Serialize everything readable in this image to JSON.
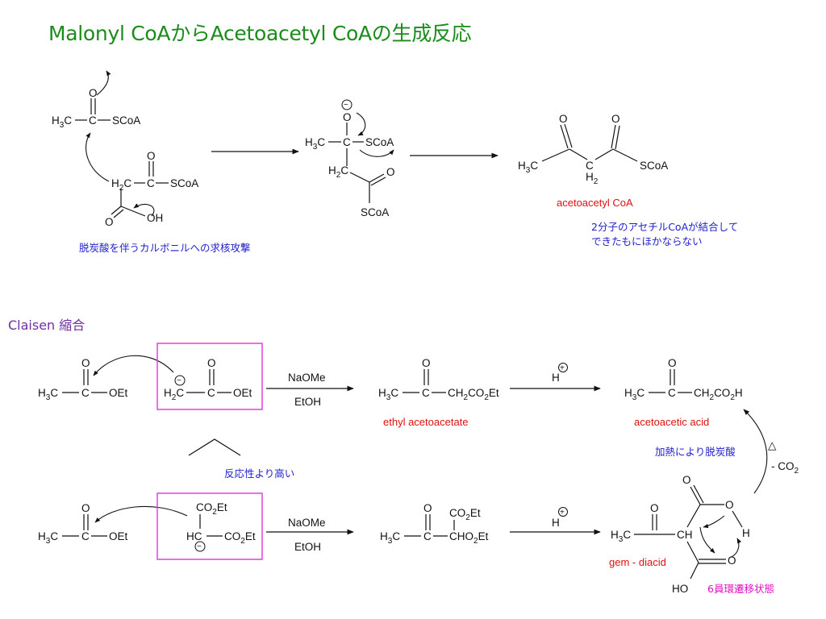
{
  "title": "Malonyl CoAからAcetoacetyl CoAの生成反応",
  "section_label": "Claisen 縮合",
  "labels": {
    "acetoacetyl_coa": "acetoacetyl CoA",
    "note_acetyl_1": "2分子のアセチルCoAが結合して",
    "note_acetyl_2": "できたもにほかならない",
    "note_decarb_attack": "脱炭酸を伴うカルボニルへの求核攻撃",
    "ethyl_acetoacetate": "ethyl acetoacetate",
    "acetoacetic_acid": "acetoacetic acid",
    "heat_decarb": "加熱により脱炭酸",
    "reactivity": "反応性より高い",
    "gem_diacid": "gem - diacid",
    "six_ring": "6員環遷移状態"
  },
  "reagents": {
    "naome": "NaOMe",
    "etoh": "EtOH",
    "h_plus": "H",
    "delta": "△",
    "minus_co2": "- CO",
    "co2_sub": "2"
  },
  "atoms": {
    "O": "O",
    "C": "C",
    "H": "H",
    "H3C": "H",
    "sub3": "3",
    "sub2": "2",
    "SCoA": "SCoA",
    "OH": "OH",
    "OEt": "OEt",
    "HO": "HO",
    "CH": "CH",
    "CO2Et_CO": "CO",
    "CO2Et_Et": "Et",
    "CH2CO2Et": "CH",
    "CO2H_H": "H",
    "HC": "HC",
    "CHO2Et_CHO": "CHO",
    "minus": "−",
    "plus": "+"
  }
}
